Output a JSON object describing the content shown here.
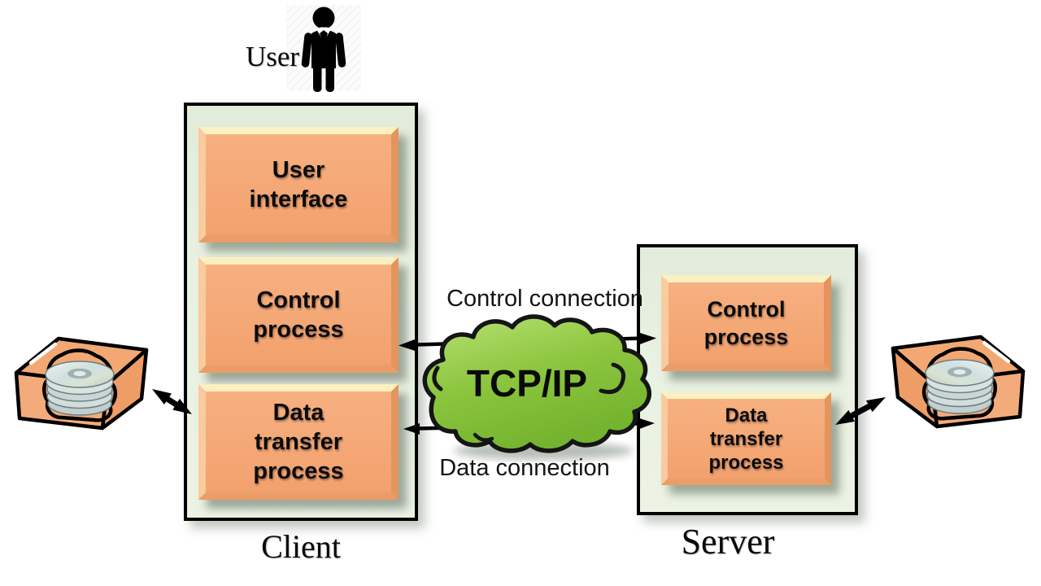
{
  "user": {
    "label": "User"
  },
  "client": {
    "caption": "Client",
    "boxes": [
      {
        "label": "User interface"
      },
      {
        "label": "Control process"
      },
      {
        "label": "Data transfer process"
      }
    ]
  },
  "server": {
    "caption": "Server",
    "boxes": [
      {
        "label": "Control process"
      },
      {
        "label": "Data transfer process"
      }
    ]
  },
  "network": {
    "cloud_label": "TCP/IP",
    "control_connection_label": "Control connection",
    "data_connection_label": "Data connection"
  },
  "icons": {
    "user": "user-person-icon",
    "client_storage": "disk-stack-icon",
    "server_storage": "disk-stack-icon"
  },
  "colors": {
    "process_box_fill": "#f5ab7a",
    "process_box_bevel_top": "#fbf0c0",
    "process_box_bevel_dark": "#e5945d",
    "panel_fill": "#e7f0e1",
    "panel_border": "#000000",
    "cloud_fill": "#8dc63f",
    "cloud_highlight": "#b5e170",
    "cloud_outline": "#151515",
    "arrow": "#000000",
    "shadow": "#76856f",
    "disk_box_fill": "#f3a873",
    "cd_fill": "#cdd9d9"
  }
}
